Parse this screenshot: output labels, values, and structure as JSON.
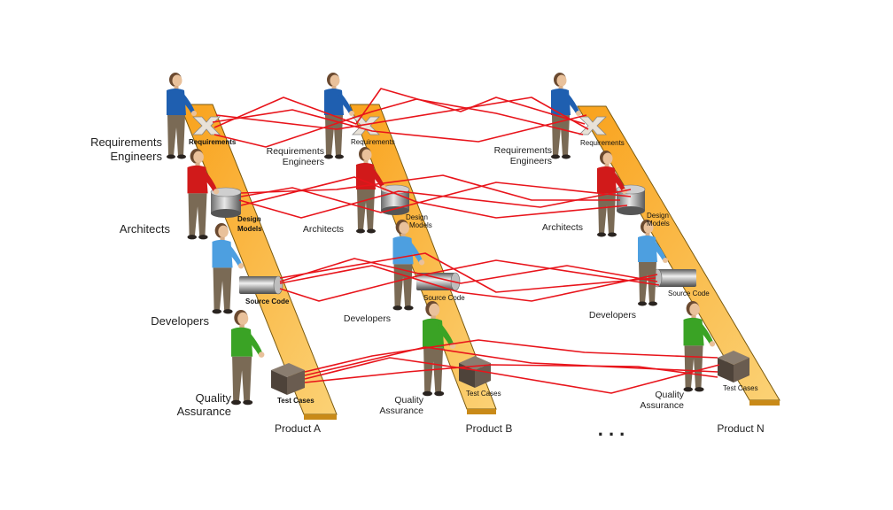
{
  "products": [
    {
      "name": "Product A",
      "roles": [
        "Requirements",
        "Engineers",
        "Architects",
        "Developers",
        "Quality",
        "Assurance"
      ],
      "artifacts": [
        "Requirements",
        "Design",
        "Models",
        "Source Code",
        "Test Cases"
      ]
    },
    {
      "name": "Product B",
      "roles": [
        "Requirements",
        "Engineers",
        "Architects",
        "Developers",
        "Quality",
        "Assurance"
      ],
      "artifacts": [
        "Requirements",
        "Design",
        "Models",
        "Source Code",
        "Test Cases"
      ]
    },
    {
      "name": "Product N",
      "roles": [
        "Requirements",
        "Engineers",
        "Architects",
        "Developers",
        "Quality",
        "Assurance"
      ],
      "artifacts": [
        "Requirements",
        "Design",
        "Models",
        "Source Code",
        "Test Cases"
      ]
    }
  ],
  "ellipsis": ". . .",
  "colors": {
    "belt": "#f6b73c",
    "belt_edge": "#7a5a10",
    "trace_line": "#e8141b",
    "requirements_shirt": "#1f5fb0",
    "architect_shirt": "#d11a1a",
    "developer_shirt": "#4d9fe0",
    "qa_shirt": "#3aa325",
    "pants": "#7a6a55"
  }
}
